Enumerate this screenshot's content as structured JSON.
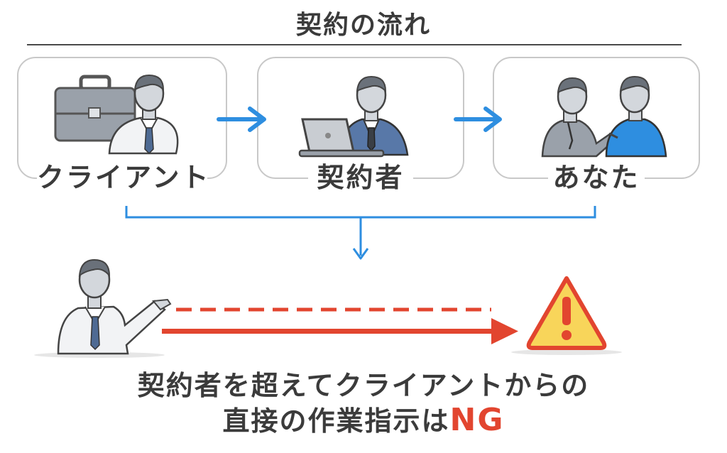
{
  "title": "契約の流れ",
  "nodes": [
    {
      "label": "クライアント",
      "icon": "client-with-briefcase-icon"
    },
    {
      "label": "契約者",
      "icon": "contractor-with-laptop-icon"
    },
    {
      "label": "あなた",
      "icon": "two-people-talking-icon"
    }
  ],
  "bottom": {
    "line1": "契約者を超えてクライアントからの",
    "line2_prefix": "直接の作業指示は",
    "line2_ng": "NG"
  },
  "colors": {
    "flow_arrow": "#2e8ee0",
    "warning_arrow": "#e2452f",
    "warning_sign": "#f8d55a",
    "ng": "#e2452f"
  }
}
